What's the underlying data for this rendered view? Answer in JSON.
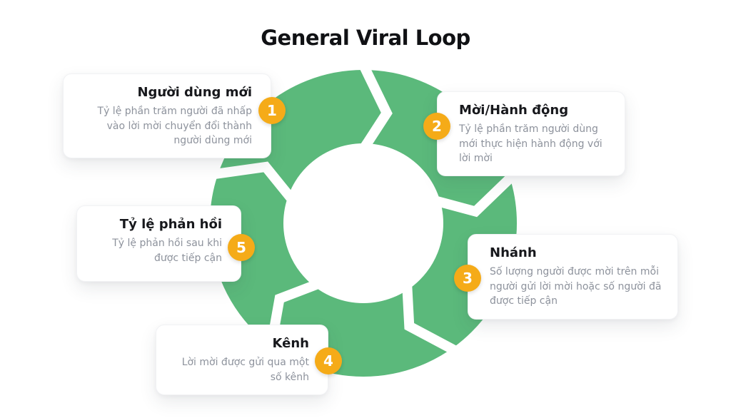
{
  "title": "General Viral Loop",
  "colors": {
    "ring_green": "#5BB97B",
    "badge_amber": "#F5AB18",
    "card_title": "#17181c",
    "card_body_text": "#8d929c"
  },
  "loop": {
    "direction": "clockwise",
    "steps": [
      {
        "number": "1",
        "title": "Người dùng mới",
        "description": "Tỷ lệ phần trăm người đã nhấp vào lời mời chuyển đổi thành người dùng mới"
      },
      {
        "number": "2",
        "title": "Mời/Hành động",
        "description": "Tỷ lệ phần trăm người dùng mới thực hiện hành động với lời mời"
      },
      {
        "number": "3",
        "title": "Nhánh",
        "description": "Số lượng người được mời trên mỗi người gửi lời mời hoặc số người đã được tiếp cận"
      },
      {
        "number": "4",
        "title": "Kênh",
        "description": "Lời mời được gửi qua một số kênh"
      },
      {
        "number": "5",
        "title": "Tỷ lệ phản hồi",
        "description": "Tỷ lệ phản hồi sau khi được tiếp cận"
      }
    ]
  }
}
